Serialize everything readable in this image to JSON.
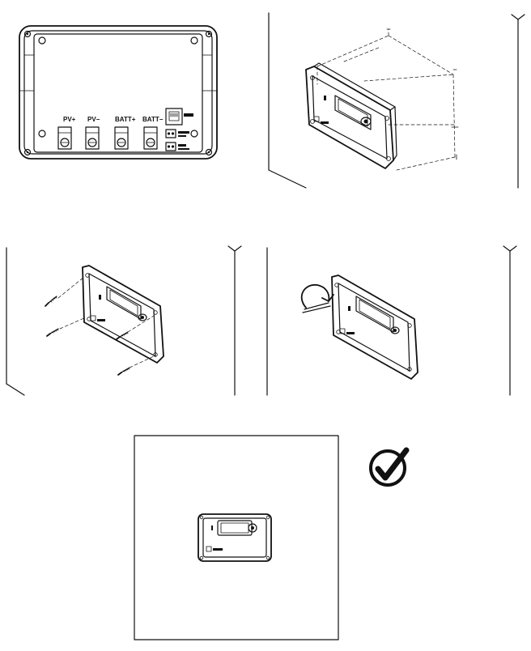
{
  "rear_view": {
    "terminal_labels": [
      "PV+",
      "PV−",
      "BATT+",
      "BATT−"
    ]
  },
  "icons": {
    "success": "checkmark-circle-icon",
    "rotate": "rotate-arrow-icon",
    "screw": "screw-icon"
  },
  "colors": {
    "ink": "#111111",
    "background": "#ffffff"
  }
}
